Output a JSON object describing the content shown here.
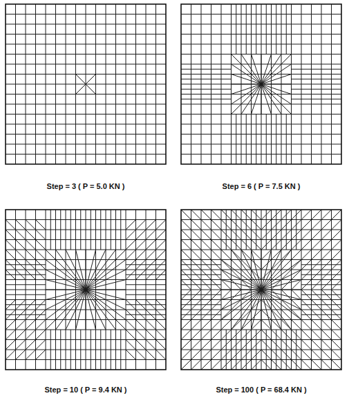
{
  "diagram": {
    "labels": [
      "Step =  3  ( P = 5.0 KN )",
      "Step =  6  ( P = 7.5 KN )",
      "Step =  10  ( P = 9.4 KN )",
      "Step = 100  ( P = 68.4 KN )"
    ]
  }
}
